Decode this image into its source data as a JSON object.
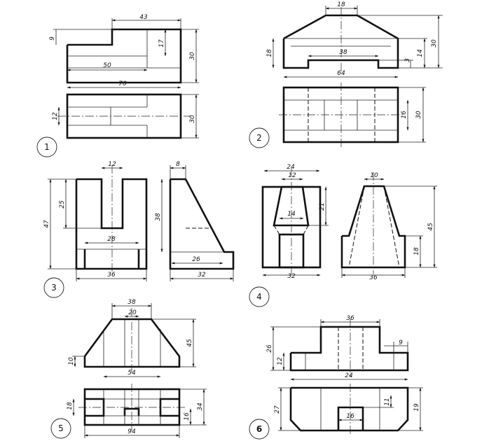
{
  "problems": {
    "p1": {
      "number": "1",
      "dims": {
        "d43": "43",
        "d9": "9",
        "d17": "17",
        "d30a": "30",
        "d50": "50",
        "d70": "70",
        "d12": "12",
        "d30b": "30"
      }
    },
    "p2": {
      "number": "2",
      "dims": {
        "d18top": "18",
        "d30a": "30",
        "d18": "18",
        "d38": "38",
        "d14": "14",
        "d3": "3",
        "d64": "64",
        "d16": "16",
        "d30b": "30"
      }
    },
    "p3": {
      "number": "3",
      "dims": {
        "d12": "12",
        "d8": "8",
        "d25": "25",
        "d47": "47",
        "d38": "38",
        "d28": "28",
        "d36": "36",
        "d26": "26",
        "d32": "32"
      }
    },
    "p4": {
      "number": "4",
      "dims": {
        "d24": "24",
        "d12": "12",
        "d10": "10",
        "d21": "21",
        "d14": "14",
        "d45": "45",
        "d18": "18",
        "d32": "32",
        "d36": "36"
      }
    },
    "p5": {
      "number": "5",
      "dims": {
        "d38": "38",
        "d20": "20",
        "d45": "45",
        "d10": "10",
        "d54": "54",
        "d18": "18",
        "d16": "16",
        "d34": "34",
        "d94": "94"
      }
    },
    "p6": {
      "number": "6",
      "dims": {
        "d36": "36",
        "d26": "26",
        "d9": "9",
        "d12": "12",
        "d24": "24",
        "d27": "27",
        "d11": "11",
        "d19": "19",
        "d16": "16"
      }
    }
  }
}
